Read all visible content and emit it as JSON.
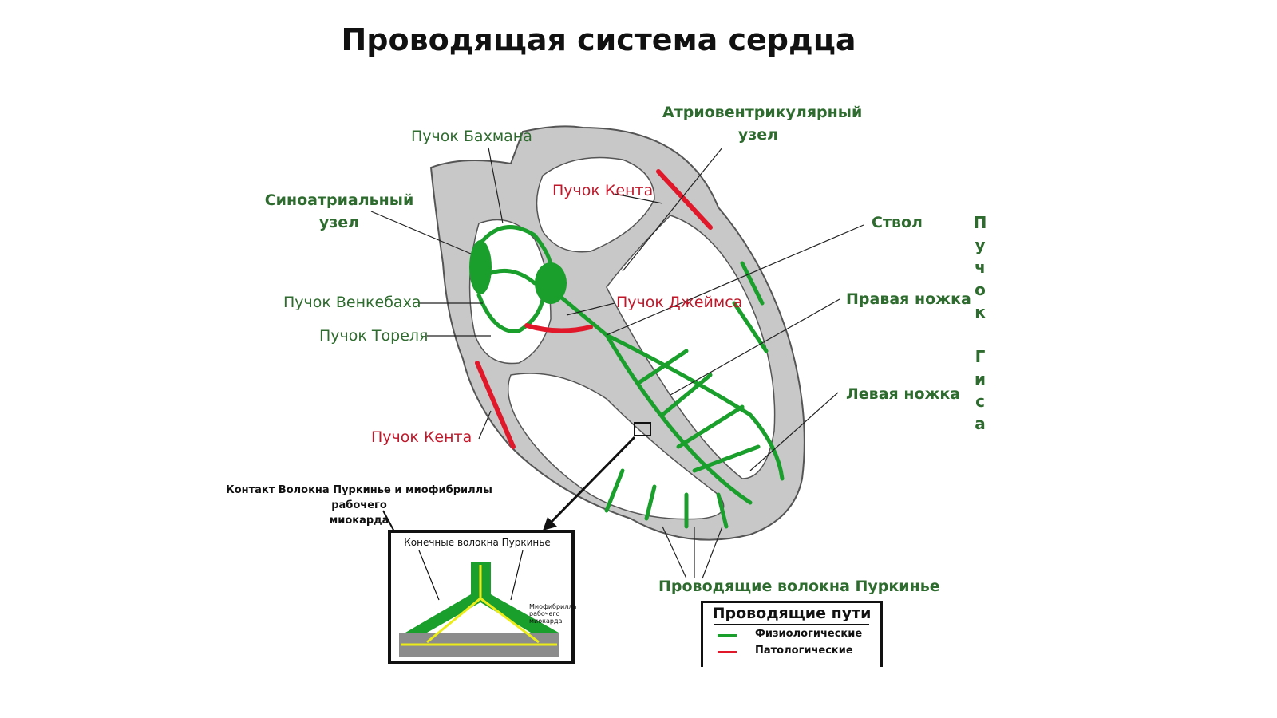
{
  "title": "Проводящая система сердца",
  "labels": {
    "bachmann": "Пучок Бахмана",
    "av_node_line1": "Атриовентрикулярный",
    "av_node_line2": "узел",
    "kent_top": "Пучок Кента",
    "sa_node_line1": "Синоатриальный",
    "sa_node_line2": "узел",
    "trunk": "Ствол",
    "wenckebach": "Пучок Венкебаха",
    "james": "Пучок Джеймса",
    "right_bundle": "Правая ножка",
    "thorel": "Пучок Тореля",
    "left_bundle": "Левая ножка",
    "kent_bottom": "Пучок Кента",
    "purkinje": "Проводящие волокна Пуркинье",
    "his_bundle_letters": [
      "П",
      "у",
      "ч",
      "о",
      "к",
      "",
      "Г",
      "и",
      "с",
      "а"
    ]
  },
  "inset": {
    "caption_line1": "Контакт Волокна Пуркинье и миофибриллы рабочего",
    "caption_line2": "миокарда",
    "terminal_fibers": "Конечные волокна Пуркинье",
    "myofibril_line1": "Миофибрилла",
    "myofibril_line2": "рабочего",
    "myofibril_line3": "миокарда"
  },
  "legend": {
    "title": "Проводящие пути",
    "items": [
      {
        "label": "Физиологические",
        "color": "#1a9e2c"
      },
      {
        "label": "Патологические",
        "color": "#e0182a"
      }
    ]
  },
  "colors": {
    "heart_wall": "#c8c8c8",
    "physiological": "#1a9e2c",
    "pathological": "#e0182a",
    "label_green": "#2e6b2e",
    "label_red": "#c0182a"
  }
}
